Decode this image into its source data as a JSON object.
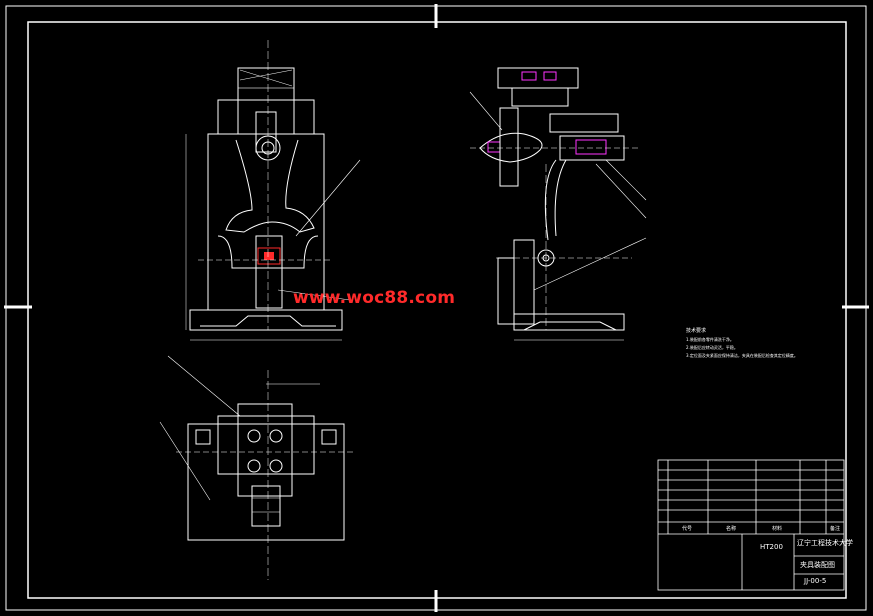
{
  "watermark": "www.woc88.com",
  "title_block": {
    "school": "辽宁工程技术大学",
    "drawing_name": "夹具装配图",
    "drawing_number": "JJ-00-5",
    "center_label": "HT200",
    "header_labels": [
      "代号",
      "名称",
      "材料",
      "备注"
    ]
  },
  "notes": {
    "heading": "技术要求",
    "line1": "1.装配前各零件清洗干净。",
    "line2": "2.装配后应转动灵活，平稳。",
    "line3": "3.定位面及夹紧面应保持清洁，夹具在装配后检查其定位精度。"
  },
  "colors": {
    "background": "#000000",
    "lines": "#ffffff",
    "accent_red": "#ff2a2a",
    "accent_magenta": "#ff33ff",
    "accent_cyan": "#33ffff",
    "accent_yellow": "#ffff33"
  }
}
